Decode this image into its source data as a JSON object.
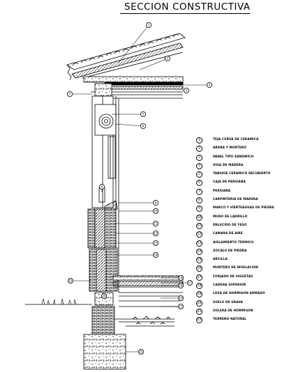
{
  "title": "SECCION CONSTRUCTIVA",
  "legend": [
    {
      "num": "1",
      "text": "TEJA CURVA DE CERAMICA"
    },
    {
      "num": "2",
      "text": "ARENA Y MORTERO"
    },
    {
      "num": "3",
      "text": "PANEL TIPO SANDWICH"
    },
    {
      "num": "4",
      "text": "VIGA DE MADERA"
    },
    {
      "num": "5",
      "text": "TABIQUE CERAMICO RECUBIERTO"
    },
    {
      "num": "6",
      "text": "CAJA DE PERSIANA"
    },
    {
      "num": "7",
      "text": "PERSIANA"
    },
    {
      "num": "8",
      "text": "CARPINTERIA DE MADERA"
    },
    {
      "num": "9",
      "text": "MARCO Y VIERTEAGUAS DE PIEDRA"
    },
    {
      "num": "10",
      "text": "MURO DE LADRILLO"
    },
    {
      "num": "11",
      "text": "ENLUCIDO DE YESO"
    },
    {
      "num": "12",
      "text": "CAMARA DE AIRE"
    },
    {
      "num": "13",
      "text": "AISLAMIENTO TERMICO"
    },
    {
      "num": "14",
      "text": "ZOCALO DE PIEDRA"
    },
    {
      "num": "15",
      "text": "ARCILLA"
    },
    {
      "num": "16",
      "text": "MORTERO DE NIVELACION"
    },
    {
      "num": "17",
      "text": "FORJADO DE VIGUETAS"
    },
    {
      "num": "18",
      "text": "CADENA SUPERIOR"
    },
    {
      "num": "19",
      "text": "LOSA DE HORMIGON ARMADO"
    },
    {
      "num": "20",
      "text": "SUELO DE GRAVA"
    },
    {
      "num": "21",
      "text": "SOLERA DE HORMIGON"
    },
    {
      "num": "22",
      "text": "TERRENO NATURAL"
    }
  ],
  "callouts": [
    "1",
    "2",
    "3",
    "4",
    "5",
    "6",
    "7",
    "8",
    "9",
    "10",
    "11",
    "12",
    "13",
    "14",
    "15",
    "16",
    "17",
    "18",
    "19",
    "20",
    "21",
    "22"
  ]
}
